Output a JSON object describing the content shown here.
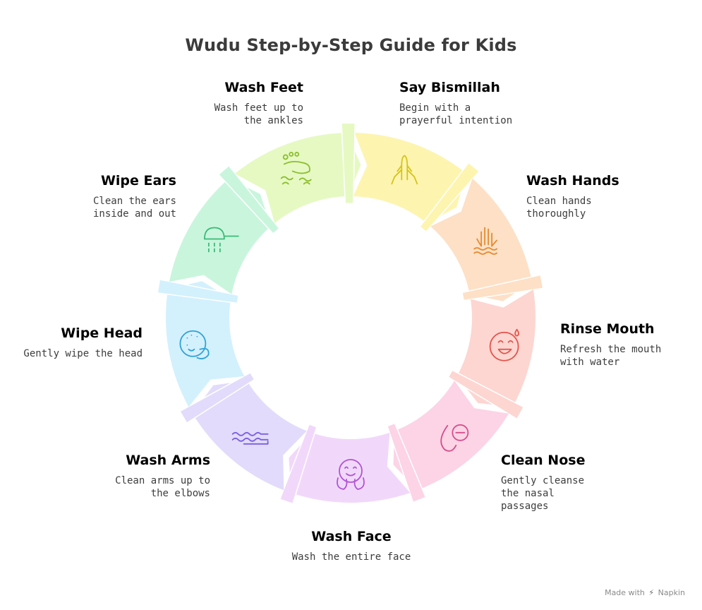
{
  "title": "Wudu Step-by-Step Guide for Kids",
  "steps": [
    {
      "title": "Say Bismillah",
      "desc": "Begin with a prayerful intention",
      "color": "#d4c41a",
      "fill": "#fdf4b0",
      "icon": "praying-hands-icon"
    },
    {
      "title": "Wash Hands",
      "desc": "Clean hands thoroughly",
      "color": "#e68a2e",
      "fill": "#fde0c6",
      "icon": "hand-water-icon"
    },
    {
      "title": "Rinse Mouth",
      "desc": "Refresh the mouth with water",
      "color": "#e5534b",
      "fill": "#fdd6d1",
      "icon": "smiling-face-droplet-icon"
    },
    {
      "title": "Clean Nose",
      "desc": "Gently cleanse the nasal passages",
      "color": "#d64e8c",
      "fill": "#fcd4e6",
      "icon": "nose-icon"
    },
    {
      "title": "Wash Face",
      "desc": "Wash the entire face",
      "color": "#b054d6",
      "fill": "#f1d8fa",
      "icon": "face-hands-icon"
    },
    {
      "title": "Wash Arms",
      "desc": "Clean arms up to the elbows",
      "color": "#7a5fe0",
      "fill": "#e2dbfb",
      "icon": "water-waves-icon"
    },
    {
      "title": "Wipe Head",
      "desc": "Gently wipe the head",
      "color": "#2ea3d6",
      "fill": "#d3f0fd",
      "icon": "head-hand-icon"
    },
    {
      "title": "Wipe Ears",
      "desc": "Clean the ears inside and out",
      "color": "#3cba76",
      "fill": "#c9f5dd",
      "icon": "shower-icon"
    },
    {
      "title": "Wash Feet",
      "desc": "Wash feet up to the ankles",
      "color": "#8cbf2e",
      "fill": "#e6f9c3",
      "icon": "feet-water-icon"
    }
  ],
  "credit": {
    "prefix": "Made with",
    "brand": "Napkin"
  }
}
